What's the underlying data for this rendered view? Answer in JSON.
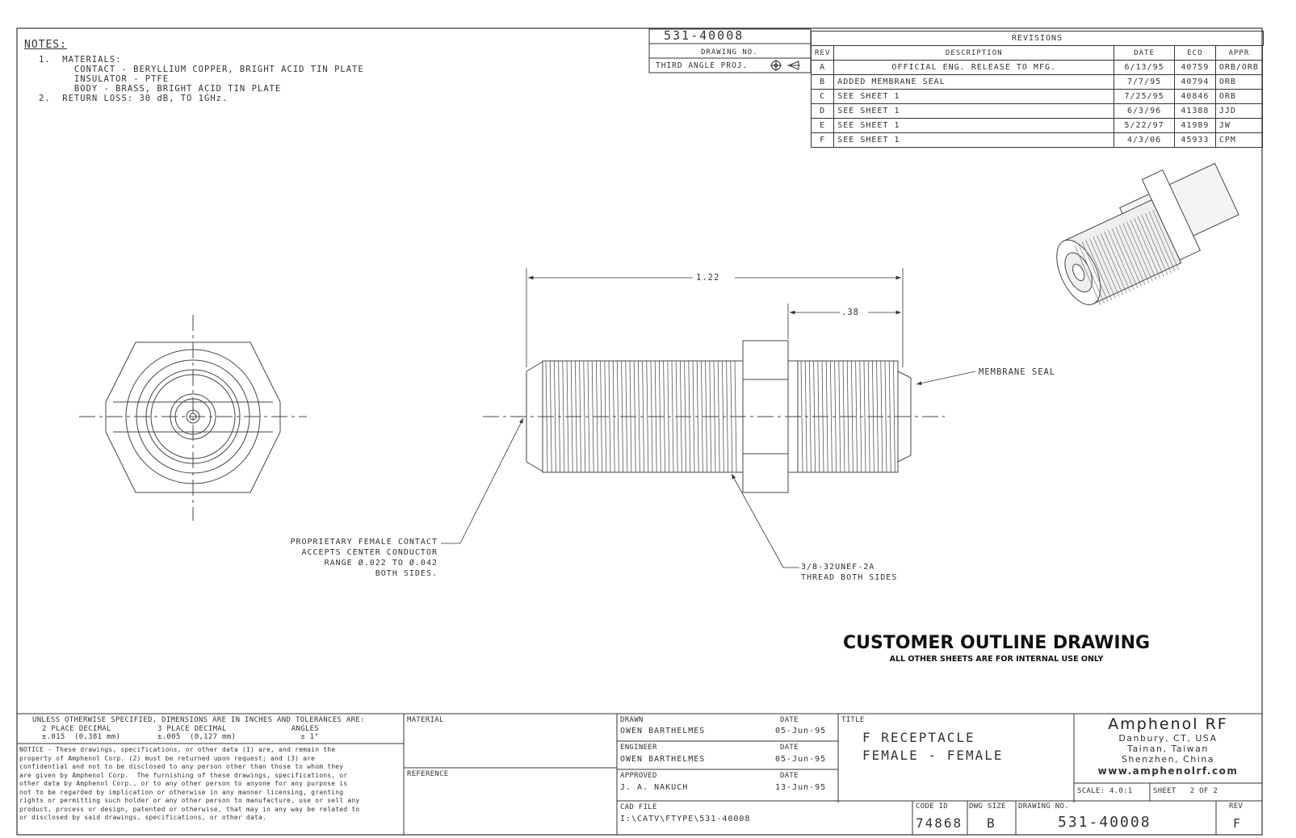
{
  "notes": {
    "title": "NOTES:",
    "lines": [
      "1.  MATERIALS:",
      "      CONTACT - BERYLLIUM COPPER, BRIGHT ACID TIN PLATE",
      "      INSULATOR - PTFE",
      "      BODY - BRASS, BRIGHT ACID TIN PLATE",
      "2.  RETURN LOSS: 30 dB, TO 1GHz."
    ]
  },
  "header": {
    "drawing_number": "531-40008",
    "drawing_no_label": "DRAWING NO.",
    "projection": "THIRD ANGLE PROJ."
  },
  "revisions": {
    "title": "REVISIONS",
    "columns": [
      "REV",
      "DESCRIPTION",
      "DATE",
      "ECO",
      "APPR"
    ],
    "rows": [
      {
        "rev": "A",
        "desc": "OFFICIAL ENG. RELEASE TO MFG.",
        "date": "6/13/95",
        "eco": "40759",
        "appr": "ORB/ORB"
      },
      {
        "rev": "B",
        "desc": "ADDED MEMBRANE SEAL",
        "date": "7/7/95",
        "eco": "40794",
        "appr": "ORB"
      },
      {
        "rev": "C",
        "desc": "SEE SHEET 1",
        "date": "7/25/95",
        "eco": "40846",
        "appr": "ORB"
      },
      {
        "rev": "D",
        "desc": "SEE SHEET 1",
        "date": "6/3/96",
        "eco": "41388",
        "appr": "JJD"
      },
      {
        "rev": "E",
        "desc": "SEE SHEET 1",
        "date": "5/22/97",
        "eco": "41989",
        "appr": "JW"
      },
      {
        "rev": "F",
        "desc": "SEE SHEET 1",
        "date": "4/3/06",
        "eco": "45933",
        "appr": "CPM"
      }
    ]
  },
  "dimensions": {
    "overall": "1.22",
    "short": ".38"
  },
  "callouts": {
    "membrane": "MEMBRANE SEAL",
    "contact_1": "PROPRIETARY FEMALE CONTACT",
    "contact_2": "ACCEPTS CENTER CONDUCTOR",
    "contact_3": "RANGE Ø.022 TO Ø.042",
    "contact_4": "BOTH SIDES.",
    "thread_1": "3/8-32UNEF-2A",
    "thread_2": "THREAD BOTH SIDES"
  },
  "banner": {
    "title": "CUSTOMER OUTLINE DRAWING",
    "subtitle": "ALL OTHER SHEETS ARE FOR INTERNAL USE ONLY"
  },
  "title_block": {
    "tol_1": "UNLESS OTHERWISE SPECIFIED, DIMENSIONS ARE IN INCHES AND TOLERANCES ARE:",
    "tol_2": "2 PLACE DECIMAL          3 PLACE DECIMAL              ANGLES",
    "tol_3": "±.015  (0,381 mm)        ±.005  (0,127 mm)              ± 1°",
    "notice": [
      "NOTICE - These drawings, specifications, or other data (1) are, and remain the",
      "property of Amphenol Corp. (2) must be returned upon request; and (3) are",
      "confidential and not to be disclosed to any person other than those to whom they",
      "are given by Amphenol Corp.  The furnishing of these drawings, specifications, or",
      "other data by Amphenol Corp., or to any other person to anyone for any purpose is",
      "not to be regarded by implication or otherwise in any manner licensing, granting",
      "rights or permitting such holder or any other person to manufacture, use or sell any",
      "product, process or design, patented or otherwise, that may in any way be related to",
      "or disclosed by said drawings, specifications, or other data."
    ],
    "material_label": "MATERIAL",
    "reference_label": "REFERENCE",
    "drawn_label": "DRAWN",
    "drawn_name": "OWEN BARTHELMES",
    "drawn_date": "05-Jun-95",
    "engineer_label": "ENGINEER",
    "engineer_name": "OWEN BARTHELMES",
    "engineer_date": "05-Jun-95",
    "approved_label": "APPROVED",
    "approved_name": "J. A. NAKUCH",
    "approved_date": "13-Jun-95",
    "date_label": "DATE",
    "cad_label": "CAD FILE",
    "cad_path": "I:\\CATV\\FTYPE\\531-40008",
    "title_label": "TITLE",
    "title_1": "F RECEPTACLE",
    "title_2": "FEMALE - FEMALE",
    "company": "Amphenol RF",
    "loc_1": "Danbury, CT, USA",
    "loc_2": "Tainan, Taiwan",
    "loc_3": "Shenzhen, China",
    "website": "www.amphenolrf.com",
    "scale": "SCALE: 4.0:1",
    "sheet": "SHEET   2 OF 2",
    "code_id_label": "CODE ID",
    "code_id": "74868",
    "dwg_size_label": "DWG SIZE",
    "dwg_size": "B",
    "drawing_no_label": "DRAWING NO.",
    "drawing_no": "531-40008",
    "rev_label": "REV",
    "rev": "F"
  }
}
